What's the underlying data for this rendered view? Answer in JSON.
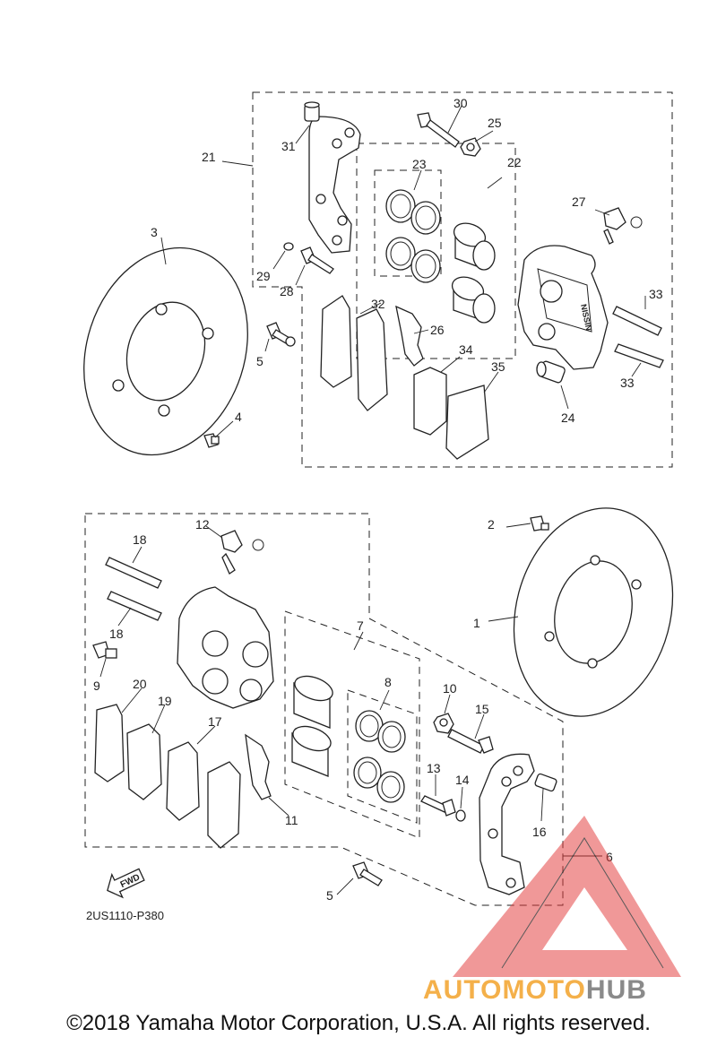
{
  "diagram": {
    "reference_code": "2US1110-P380",
    "fwd_arrow_label": "FWD",
    "caliper_brand_mark": "NISSIN",
    "callouts": [
      "1",
      "2",
      "3",
      "4",
      "5",
      "5",
      "6",
      "7",
      "8",
      "9",
      "10",
      "11",
      "12",
      "13",
      "14",
      "15",
      "16",
      "17",
      "18",
      "18",
      "19",
      "20",
      "21",
      "22",
      "23",
      "24",
      "25",
      "26",
      "27",
      "28",
      "29",
      "30",
      "31",
      "32",
      "33",
      "33",
      "34",
      "35"
    ]
  },
  "watermark": {
    "brand_part1": "AUTOMOTO",
    "brand_part2": "HUB",
    "color_part1": "#f4b04a",
    "color_part2": "#8a8a8a",
    "logo_color": "#e23b3b"
  },
  "footer": {
    "copyright": "©2018 Yamaha Motor Corporation, U.S.A. All rights reserved."
  }
}
